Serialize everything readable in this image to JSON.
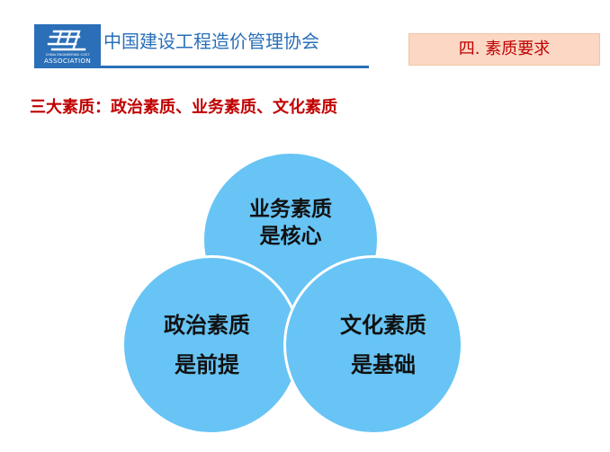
{
  "header": {
    "logo": {
      "sub_text": "CHINA ENGINEERING COST",
      "main_text": "ASSOCIATION"
    },
    "org_name": "中国建设工程造价管理协会",
    "section_label": "四. 素质要求"
  },
  "subtitle": "三大素质：政治素质、业务素质、文化素质",
  "circles": [
    {
      "line1": "业务素质",
      "line2": "是核心"
    },
    {
      "line1": "政治素质",
      "line2": "是前提"
    },
    {
      "line1": "文化素质",
      "line2": "是基础"
    }
  ],
  "colors": {
    "brand_blue": "#2a6fb8",
    "section_bg": "#fbd7c4",
    "accent_red": "#c00000",
    "circle_fill": "#67c4f5"
  }
}
